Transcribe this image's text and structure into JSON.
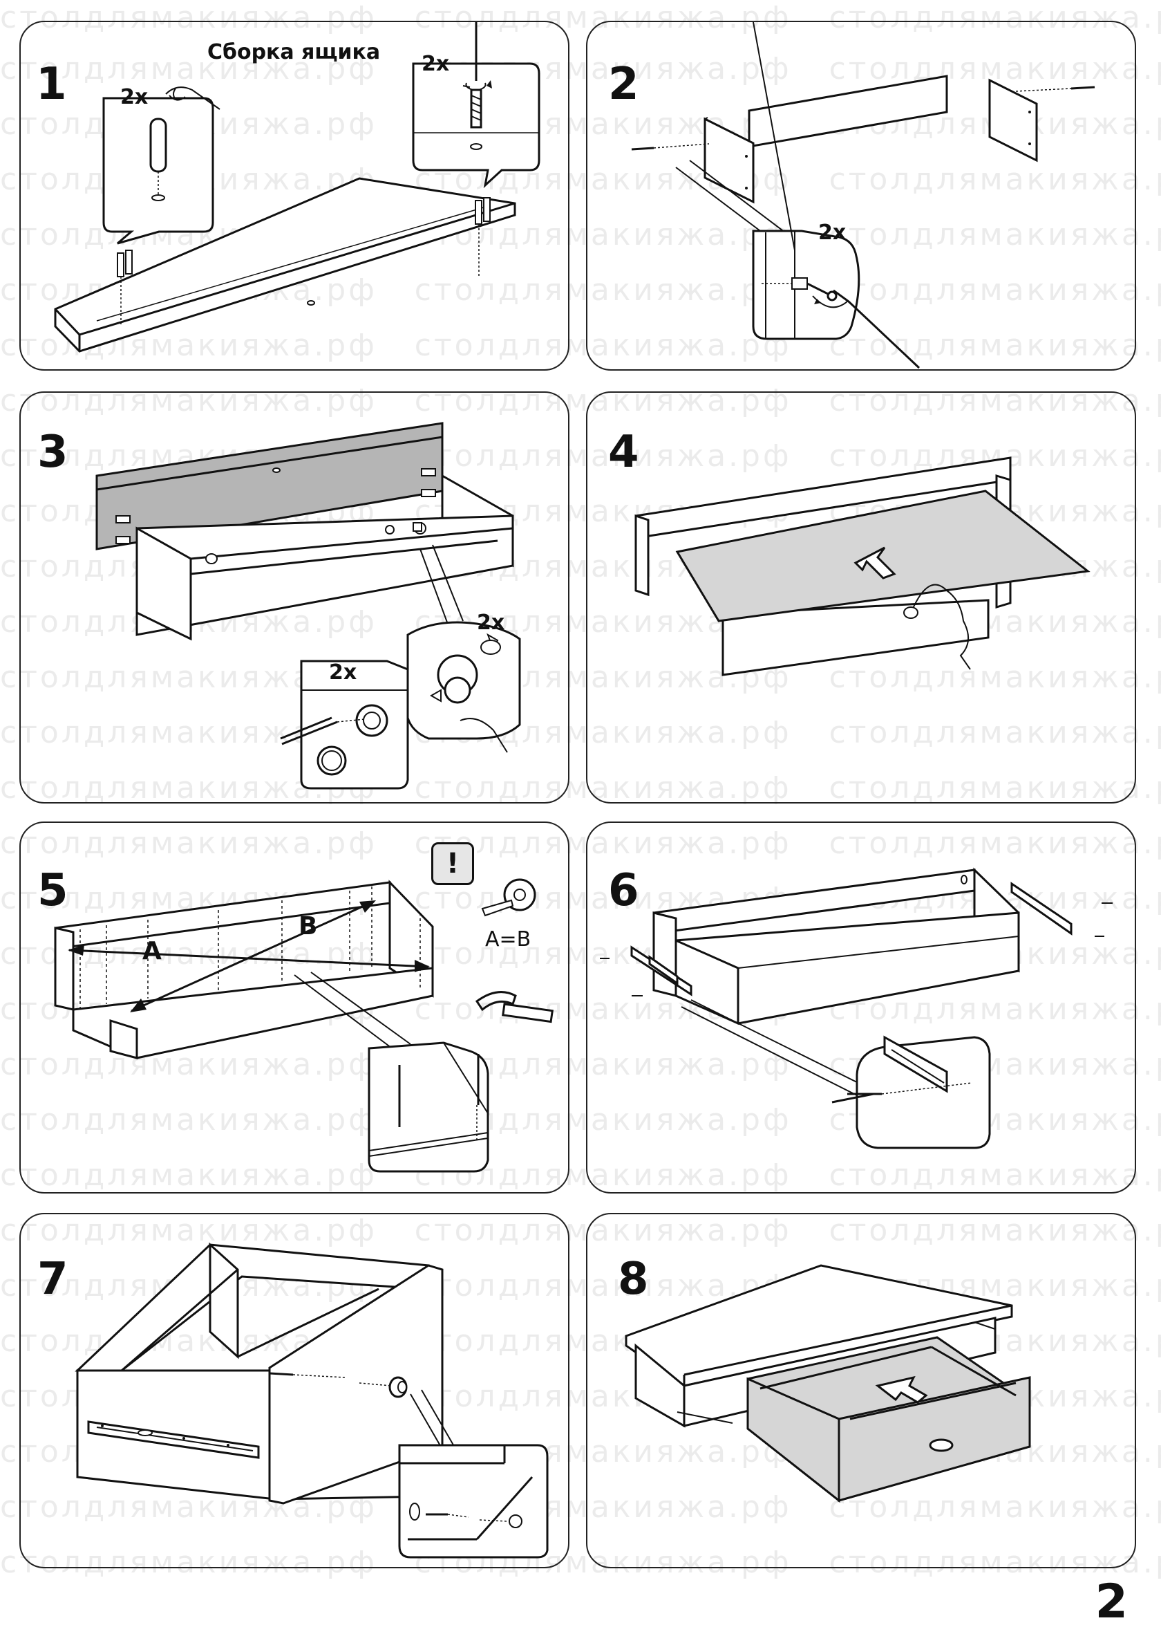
{
  "document": {
    "title": "Сборка ящика",
    "watermark": "столдлямакияжа.рф",
    "page_number": "2"
  },
  "steps": [
    {
      "number": "1",
      "labels": [
        "2x",
        "2x"
      ]
    },
    {
      "number": "2",
      "labels": [
        "2x"
      ]
    },
    {
      "number": "3",
      "labels": [
        "2x",
        "2x"
      ]
    },
    {
      "number": "4",
      "labels": []
    },
    {
      "number": "5",
      "labels": [
        "A",
        "B"
      ],
      "warning_symbol": "!",
      "note": "A=B"
    },
    {
      "number": "6",
      "labels": []
    },
    {
      "number": "7",
      "labels": []
    },
    {
      "number": "8",
      "labels": []
    }
  ]
}
